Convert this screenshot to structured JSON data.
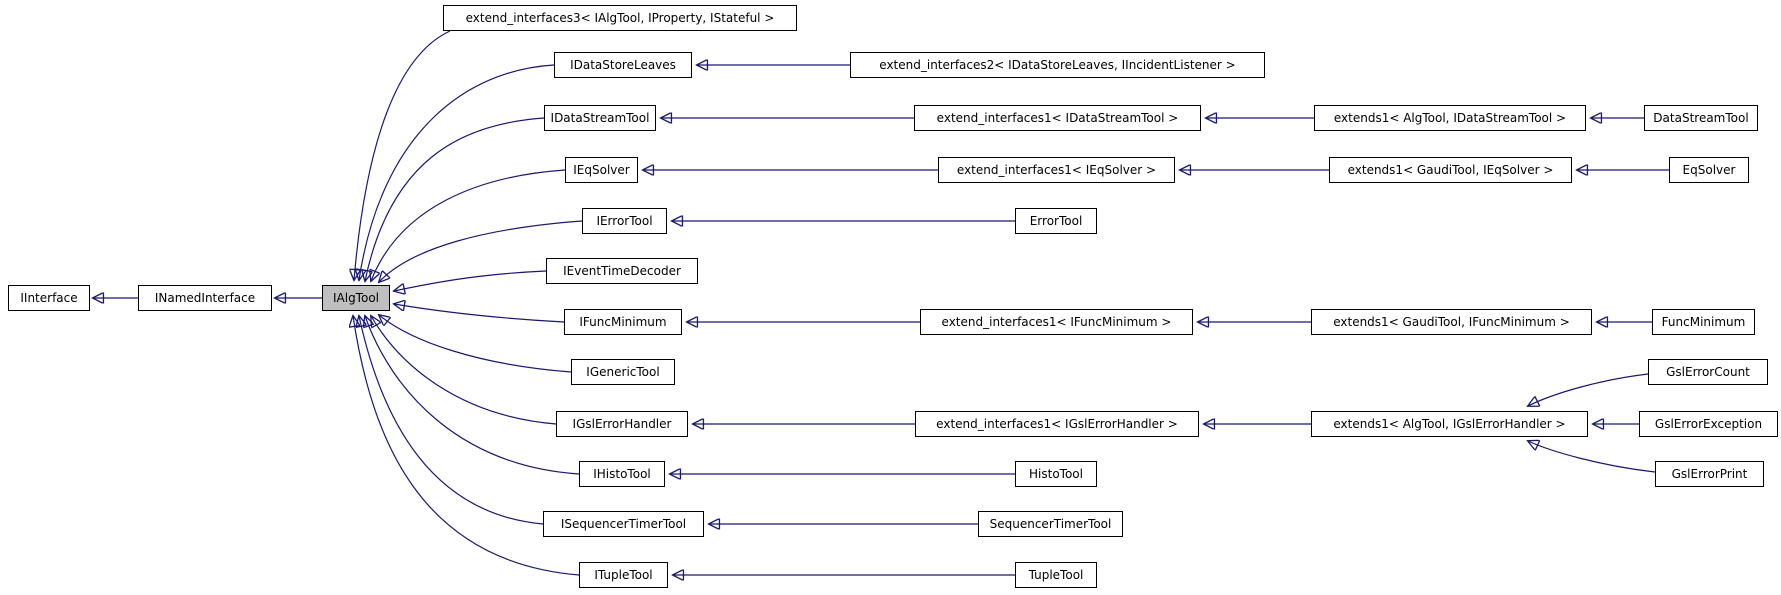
{
  "diagram": {
    "type": "inheritance-graph",
    "colors": {
      "background": "#ffffff",
      "edge": "#191970",
      "node_fill": "#ffffff",
      "node_border": "#000000",
      "highlighted_node_fill": "#bfbfbf"
    },
    "highlighted_node": "IAlgTool",
    "nodes": [
      {
        "id": "IInterface",
        "label": "IInterface"
      },
      {
        "id": "INamedInterface",
        "label": "INamedInterface"
      },
      {
        "id": "IAlgTool",
        "label": "IAlgTool"
      },
      {
        "id": "extend_interfaces3",
        "label": "extend_interfaces3< IAlgTool, IProperty, IStateful >"
      },
      {
        "id": "IDataStoreLeaves",
        "label": "IDataStoreLeaves"
      },
      {
        "id": "extend_interfaces2",
        "label": "extend_interfaces2< IDataStoreLeaves, IIncidentListener >"
      },
      {
        "id": "IDataStreamTool",
        "label": "IDataStreamTool"
      },
      {
        "id": "extend_interfaces1_IDataStreamTool",
        "label": "extend_interfaces1< IDataStreamTool >"
      },
      {
        "id": "extends1_AlgTool_IDataStreamTool",
        "label": "extends1< AlgTool, IDataStreamTool >"
      },
      {
        "id": "DataStreamTool",
        "label": "DataStreamTool"
      },
      {
        "id": "IEqSolver",
        "label": "IEqSolver"
      },
      {
        "id": "extend_interfaces1_IEqSolver",
        "label": "extend_interfaces1< IEqSolver >"
      },
      {
        "id": "extends1_GaudiTool_IEqSolver",
        "label": "extends1< GaudiTool, IEqSolver >"
      },
      {
        "id": "EqSolver",
        "label": "EqSolver"
      },
      {
        "id": "IErrorTool",
        "label": "IErrorTool"
      },
      {
        "id": "ErrorTool",
        "label": "ErrorTool"
      },
      {
        "id": "IEventTimeDecoder",
        "label": "IEventTimeDecoder"
      },
      {
        "id": "IFuncMinimum",
        "label": "IFuncMinimum"
      },
      {
        "id": "extend_interfaces1_IFuncMinimum",
        "label": "extend_interfaces1< IFuncMinimum >"
      },
      {
        "id": "extends1_GaudiTool_IFuncMinimum",
        "label": "extends1< GaudiTool, IFuncMinimum >"
      },
      {
        "id": "FuncMinimum",
        "label": "FuncMinimum"
      },
      {
        "id": "IGenericTool",
        "label": "IGenericTool"
      },
      {
        "id": "IGslErrorHandler",
        "label": "IGslErrorHandler"
      },
      {
        "id": "extend_interfaces1_IGslErrorHandler",
        "label": "extend_interfaces1< IGslErrorHandler >"
      },
      {
        "id": "extends1_AlgTool_IGslErrorHandler",
        "label": "extends1< AlgTool, IGslErrorHandler >"
      },
      {
        "id": "GslErrorCount",
        "label": "GslErrorCount"
      },
      {
        "id": "GslErrorException",
        "label": "GslErrorException"
      },
      {
        "id": "GslErrorPrint",
        "label": "GslErrorPrint"
      },
      {
        "id": "IHistoTool",
        "label": "IHistoTool"
      },
      {
        "id": "HistoTool",
        "label": "HistoTool"
      },
      {
        "id": "ISequencerTimerTool",
        "label": "ISequencerTimerTool"
      },
      {
        "id": "SequencerTimerTool",
        "label": "SequencerTimerTool"
      },
      {
        "id": "ITupleTool",
        "label": "ITupleTool"
      },
      {
        "id": "TupleTool",
        "label": "TupleTool"
      }
    ],
    "edges": [
      {
        "from": "INamedInterface",
        "to": "IInterface"
      },
      {
        "from": "IAlgTool",
        "to": "INamedInterface"
      },
      {
        "from": "extend_interfaces3",
        "to": "IAlgTool"
      },
      {
        "from": "IDataStoreLeaves",
        "to": "IAlgTool"
      },
      {
        "from": "IDataStreamTool",
        "to": "IAlgTool"
      },
      {
        "from": "IEqSolver",
        "to": "IAlgTool"
      },
      {
        "from": "IErrorTool",
        "to": "IAlgTool"
      },
      {
        "from": "IEventTimeDecoder",
        "to": "IAlgTool"
      },
      {
        "from": "IFuncMinimum",
        "to": "IAlgTool"
      },
      {
        "from": "IGenericTool",
        "to": "IAlgTool"
      },
      {
        "from": "IGslErrorHandler",
        "to": "IAlgTool"
      },
      {
        "from": "IHistoTool",
        "to": "IAlgTool"
      },
      {
        "from": "ISequencerTimerTool",
        "to": "IAlgTool"
      },
      {
        "from": "ITupleTool",
        "to": "IAlgTool"
      },
      {
        "from": "extend_interfaces2",
        "to": "IDataStoreLeaves"
      },
      {
        "from": "extend_interfaces1_IDataStreamTool",
        "to": "IDataStreamTool"
      },
      {
        "from": "extends1_AlgTool_IDataStreamTool",
        "to": "extend_interfaces1_IDataStreamTool"
      },
      {
        "from": "DataStreamTool",
        "to": "extends1_AlgTool_IDataStreamTool"
      },
      {
        "from": "extend_interfaces1_IEqSolver",
        "to": "IEqSolver"
      },
      {
        "from": "extends1_GaudiTool_IEqSolver",
        "to": "extend_interfaces1_IEqSolver"
      },
      {
        "from": "EqSolver",
        "to": "extends1_GaudiTool_IEqSolver"
      },
      {
        "from": "ErrorTool",
        "to": "IErrorTool"
      },
      {
        "from": "extend_interfaces1_IFuncMinimum",
        "to": "IFuncMinimum"
      },
      {
        "from": "extends1_GaudiTool_IFuncMinimum",
        "to": "extend_interfaces1_IFuncMinimum"
      },
      {
        "from": "FuncMinimum",
        "to": "extends1_GaudiTool_IFuncMinimum"
      },
      {
        "from": "extend_interfaces1_IGslErrorHandler",
        "to": "IGslErrorHandler"
      },
      {
        "from": "extends1_AlgTool_IGslErrorHandler",
        "to": "extend_interfaces1_IGslErrorHandler"
      },
      {
        "from": "GslErrorCount",
        "to": "extends1_AlgTool_IGslErrorHandler"
      },
      {
        "from": "GslErrorException",
        "to": "extends1_AlgTool_IGslErrorHandler"
      },
      {
        "from": "GslErrorPrint",
        "to": "extends1_AlgTool_IGslErrorHandler"
      },
      {
        "from": "HistoTool",
        "to": "IHistoTool"
      },
      {
        "from": "SequencerTimerTool",
        "to": "ISequencerTimerTool"
      },
      {
        "from": "TupleTool",
        "to": "ITupleTool"
      }
    ]
  }
}
